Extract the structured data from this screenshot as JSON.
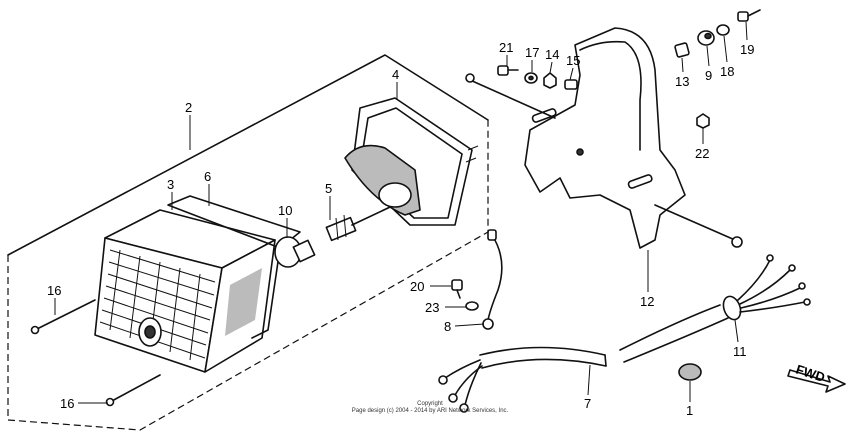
{
  "callouts": [
    {
      "id": "c-2",
      "label": "2"
    },
    {
      "id": "c-3",
      "label": "3"
    },
    {
      "id": "c-4",
      "label": "4"
    },
    {
      "id": "c-5",
      "label": "5"
    },
    {
      "id": "c-6",
      "label": "6"
    },
    {
      "id": "c-10",
      "label": "10"
    },
    {
      "id": "c-16a",
      "label": "16"
    },
    {
      "id": "c-16b",
      "label": "16"
    },
    {
      "id": "c-21",
      "label": "21"
    },
    {
      "id": "c-17",
      "label": "17"
    },
    {
      "id": "c-14",
      "label": "14"
    },
    {
      "id": "c-15",
      "label": "15"
    },
    {
      "id": "c-13",
      "label": "13"
    },
    {
      "id": "c-9",
      "label": "9"
    },
    {
      "id": "c-18",
      "label": "18"
    },
    {
      "id": "c-19",
      "label": "19"
    },
    {
      "id": "c-22",
      "label": "22"
    },
    {
      "id": "c-20",
      "label": "20"
    },
    {
      "id": "c-23",
      "label": "23"
    },
    {
      "id": "c-8",
      "label": "8"
    },
    {
      "id": "c-12",
      "label": "12"
    },
    {
      "id": "c-11",
      "label": "11"
    },
    {
      "id": "c-7",
      "label": "7"
    },
    {
      "id": "c-1",
      "label": "1"
    }
  ],
  "direction_label": "FWD",
  "copyright": {
    "line1": "Copyright",
    "line2": "Page design (c) 2004 - 2014 by ARI Network Services, Inc."
  }
}
